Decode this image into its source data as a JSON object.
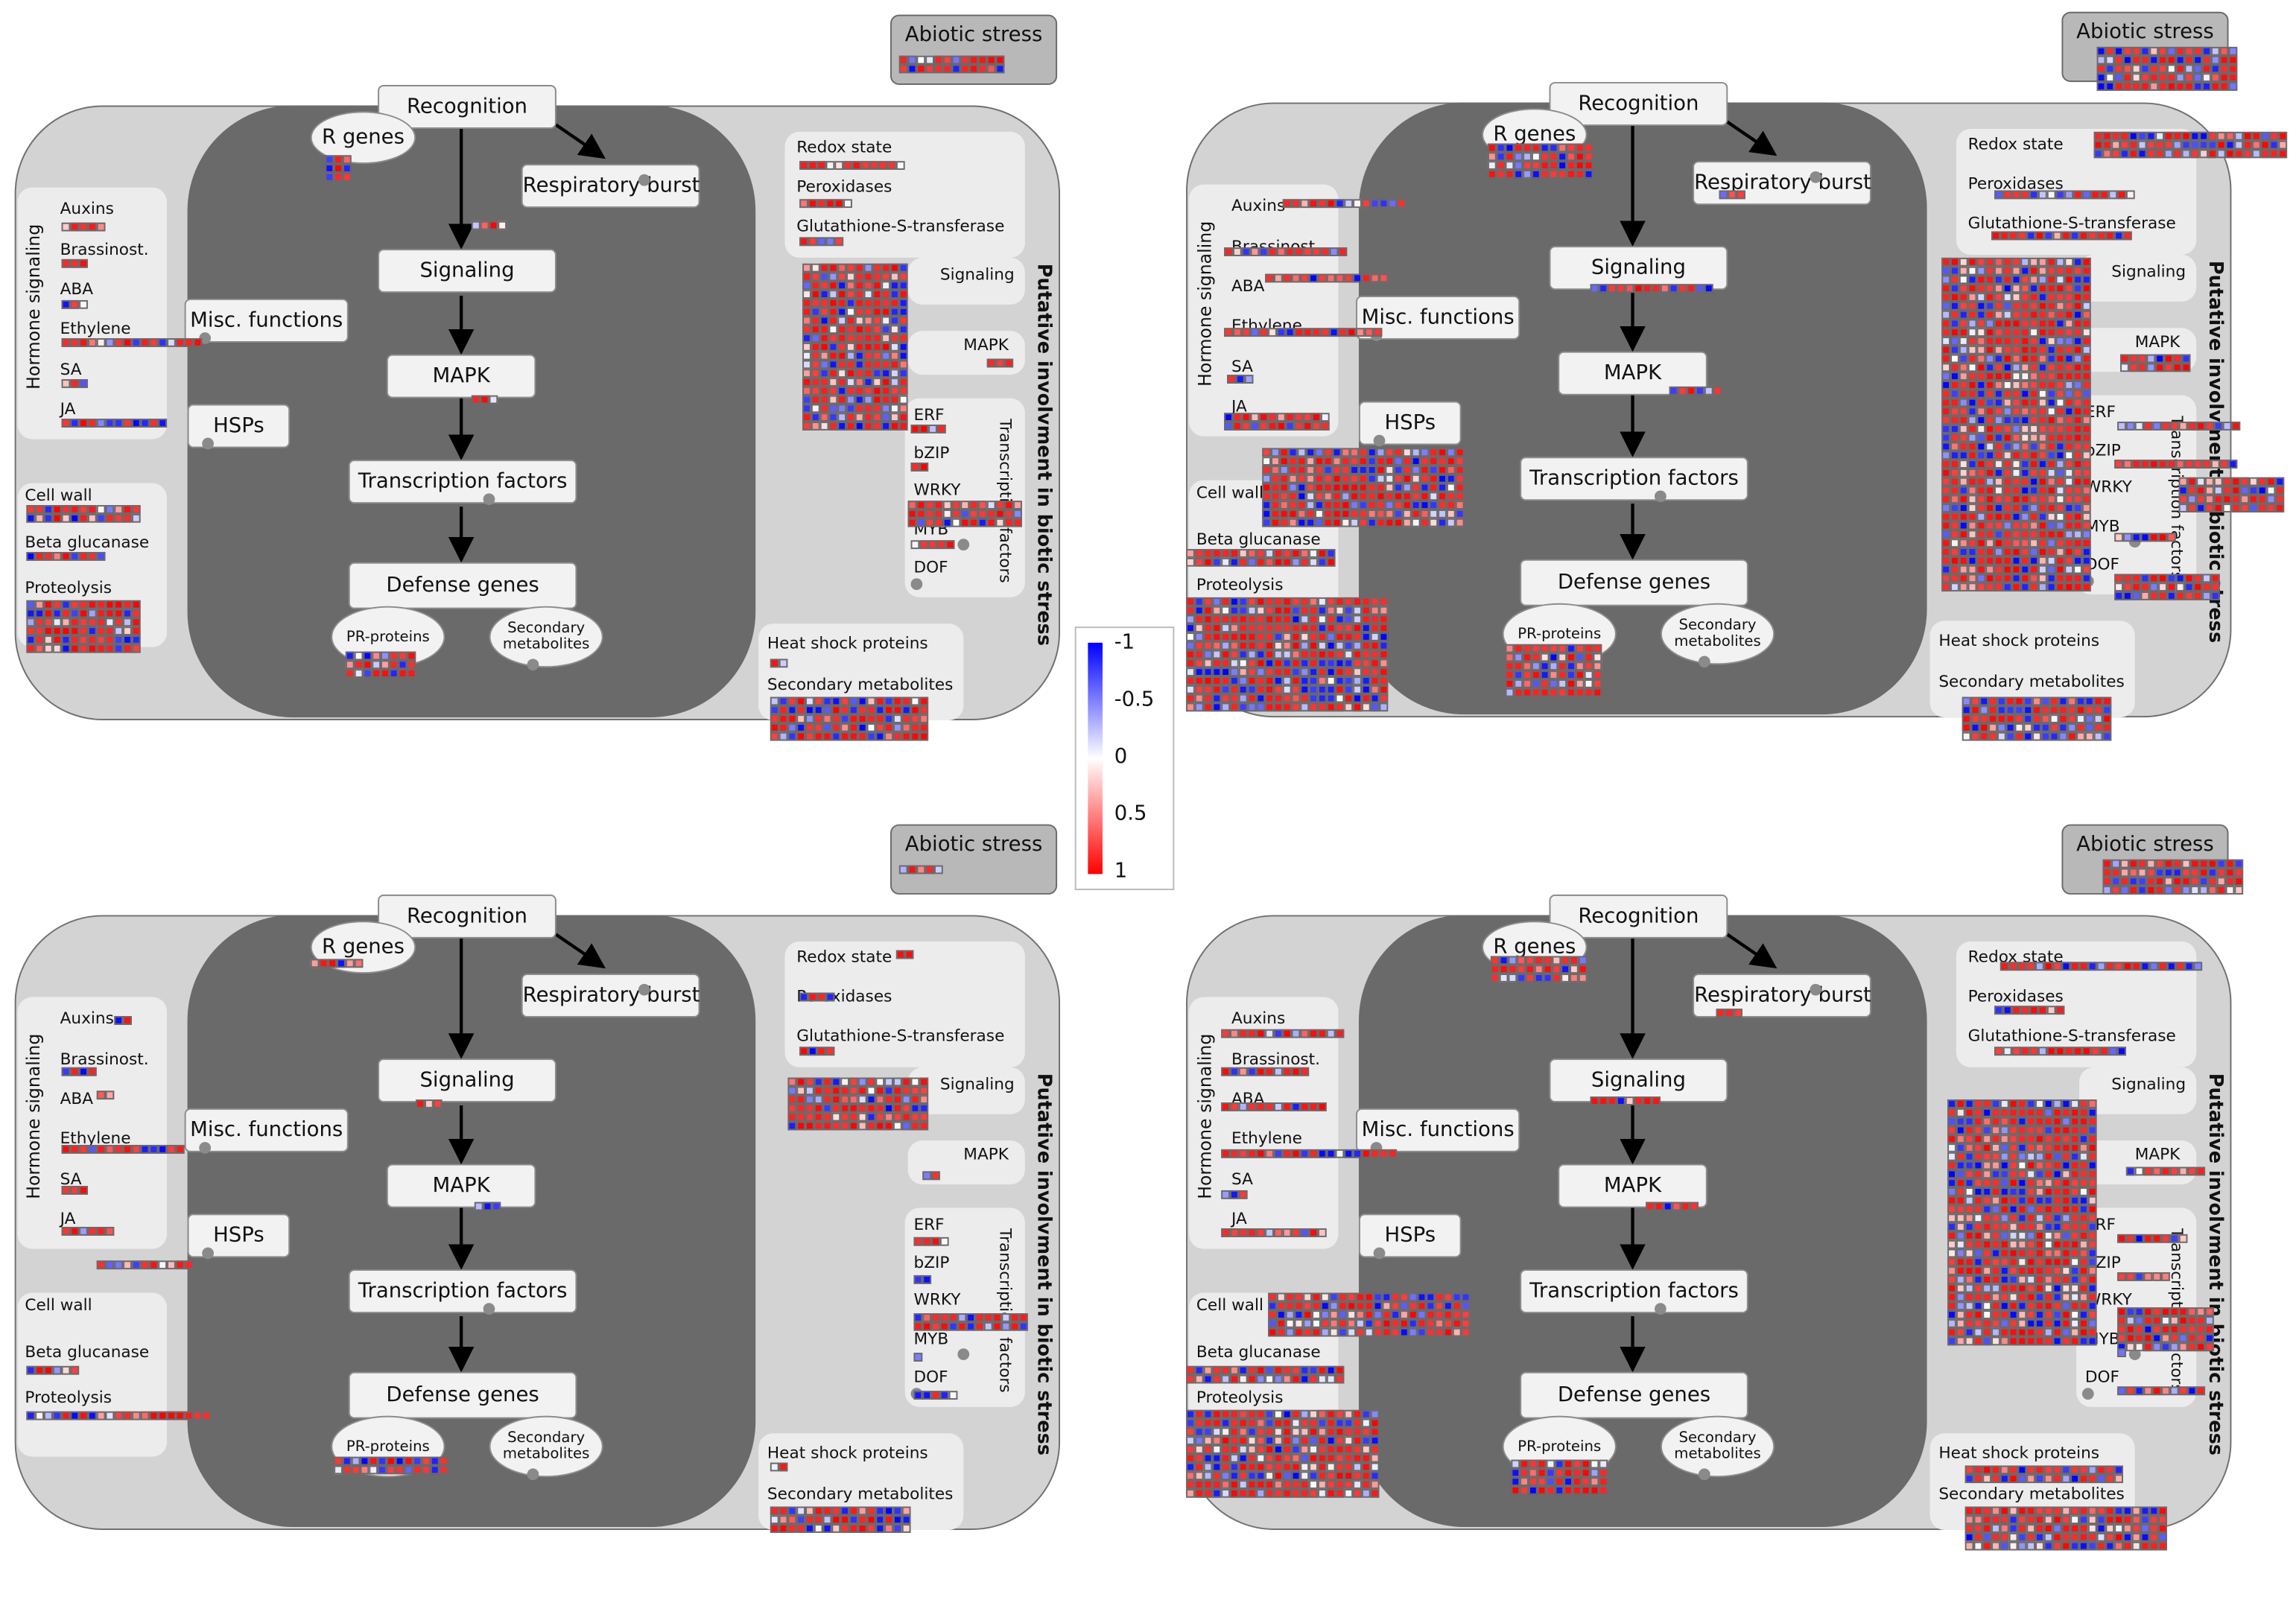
{
  "labels": {
    "abiotic": "Abiotic stress",
    "recognition": "Recognition",
    "rgenes": "R genes",
    "resp": "Respiratory burst",
    "signaling": "Signaling",
    "misc": "Misc. functions",
    "mapk": "MAPK",
    "hsps": "HSPs",
    "tf": "Transcription factors",
    "defense": "Defense genes",
    "pr": "PR-proteins",
    "sec1": "Secondary",
    "sec2": "metabolites",
    "hormone": "Hormone signaling",
    "auxins": "Auxins",
    "brass": "Brassinost.",
    "aba": "ABA",
    "ethylene": "Ethylene",
    "sa": "SA",
    "ja": "JA",
    "cellwall": "Cell wall",
    "beta": "Beta glucanase",
    "proteolysis": "Proteolysis",
    "redox": "Redox state",
    "perox": "Peroxidases",
    "gst": "Glutathione-S-transferase",
    "rsignaling": "Signaling",
    "rmapk": "MAPK",
    "erf": "ERF",
    "bzip": "bZIP",
    "wrky": "WRKY",
    "myb": "MYB",
    "dof": "DOF",
    "tfside": "Transcription factors",
    "hsp": "Heat shock proteins",
    "secmet": "Secondary metabolites",
    "putative": "Putative involvment in biotic stress"
  },
  "legend": {
    "ticks": [
      "-1",
      "-0.5",
      "0",
      "0.5",
      "1"
    ]
  },
  "colors": {
    "low": "#0000ff",
    "mid": "#ffffff",
    "high": "#ff0000",
    "inner": "#6a6a6a",
    "outer": "#d3d3d3"
  },
  "panels": [
    {
      "id": "top-left",
      "seed": 11
    },
    {
      "id": "top-right",
      "seed": 23
    },
    {
      "id": "bottom-left",
      "seed": 37
    },
    {
      "id": "bottom-right",
      "seed": 53
    }
  ]
}
